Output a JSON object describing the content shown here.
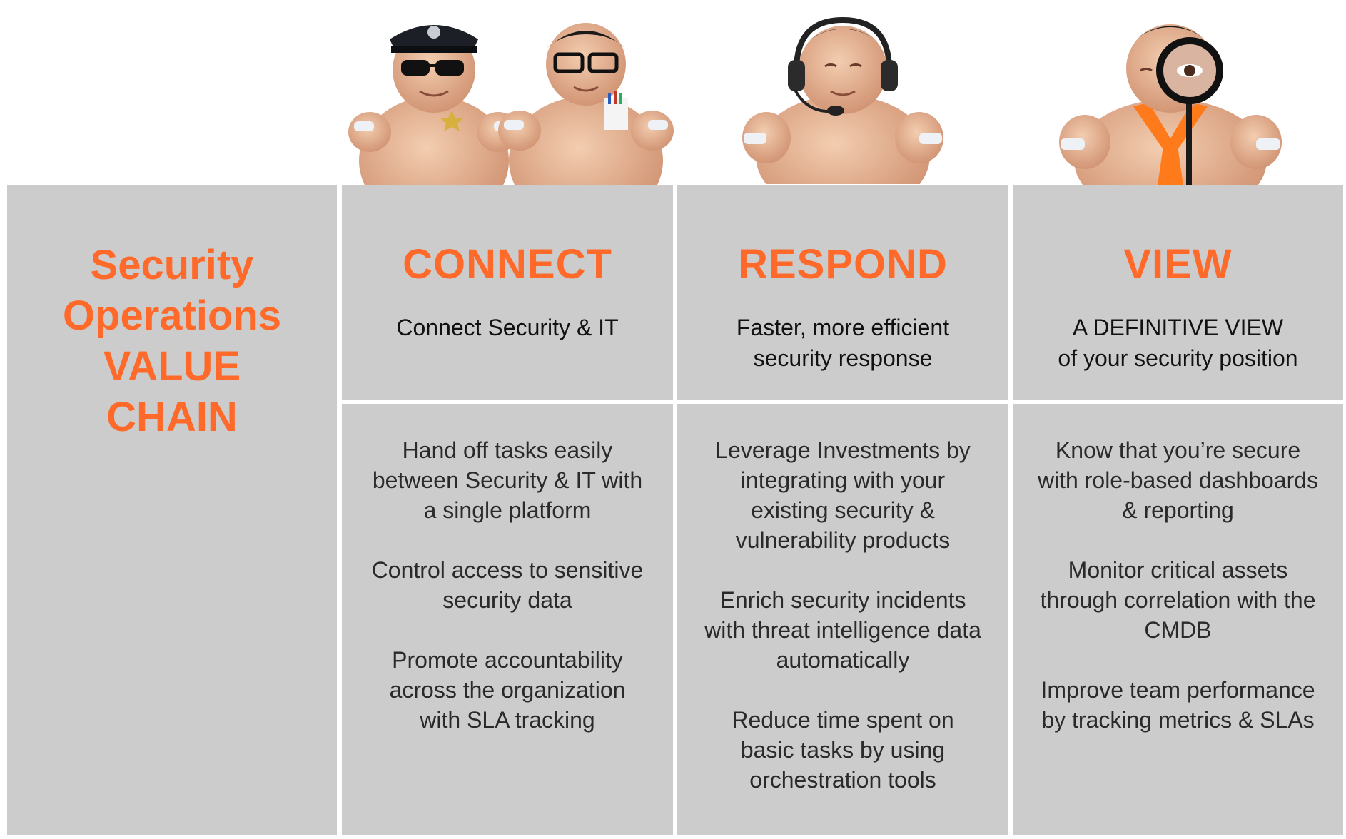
{
  "value_chain": {
    "title_lines": [
      "Security",
      "Operations",
      "VALUE",
      "CHAIN"
    ]
  },
  "columns": [
    {
      "title": "CONNECT",
      "subtitle_lines": [
        "Connect Security & IT"
      ],
      "bullets": [
        [
          "Hand off tasks easily",
          "between Security & IT with",
          "a single platform"
        ],
        [
          "Control access to sensitive",
          "security data"
        ],
        [
          "Promote accountability",
          "across the organization",
          "with SLA tracking"
        ]
      ]
    },
    {
      "title": "RESPOND",
      "subtitle_lines": [
        "Faster, more efficient",
        "security response"
      ],
      "bullets": [
        [
          "Leverage Investments by",
          "integrating with your",
          "existing security &",
          "vulnerability products"
        ],
        [
          "Enrich security incidents",
          "with threat intelligence data",
          "automatically"
        ],
        [
          "Reduce time spent on",
          "basic tasks by using",
          "orchestration tools"
        ]
      ]
    },
    {
      "title": "VIEW",
      "subtitle_lines": [
        "A DEFINITIVE VIEW",
        "of your security position"
      ],
      "bullets": [
        [
          "Know that you’re secure",
          "with role-based dashboards",
          "& reporting"
        ],
        [
          "Monitor critical assets",
          "through correlation with the",
          "CMDB"
        ],
        [
          "Improve team performance",
          "by tracking metrics & SLAs"
        ]
      ]
    }
  ],
  "colors": {
    "accent": "#ff6a2a",
    "panel": "#cccccc",
    "text": "#2a2a2a",
    "skin": "#e8b493"
  },
  "mascots": [
    "police-sumo-icon",
    "glasses-sumo-icon",
    "headset-sumo-icon",
    "magnifier-sumo-icon"
  ]
}
